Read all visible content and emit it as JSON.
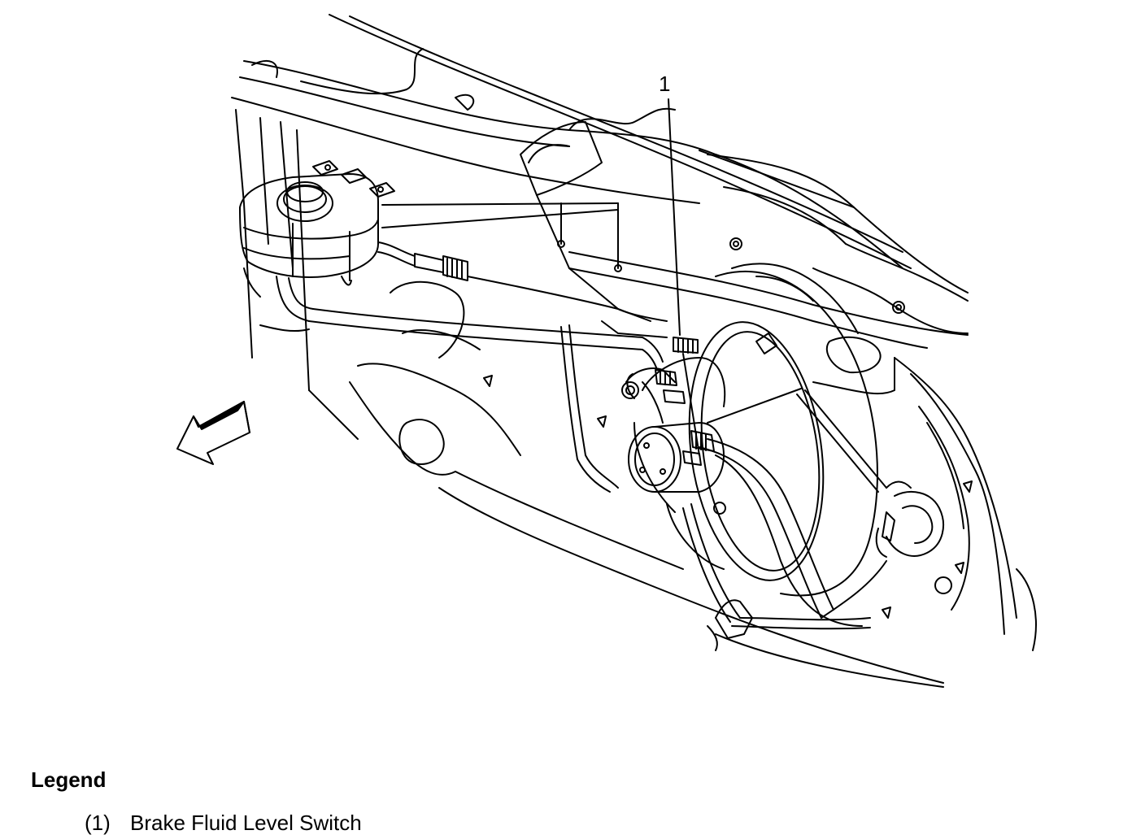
{
  "diagram": {
    "callouts": [
      {
        "number": "1"
      }
    ]
  },
  "legend": {
    "title": "Legend",
    "items": [
      {
        "number": "(1)",
        "label": "Brake Fluid Level Switch"
      }
    ]
  },
  "colors": {
    "line": "#000000",
    "background": "#ffffff"
  }
}
